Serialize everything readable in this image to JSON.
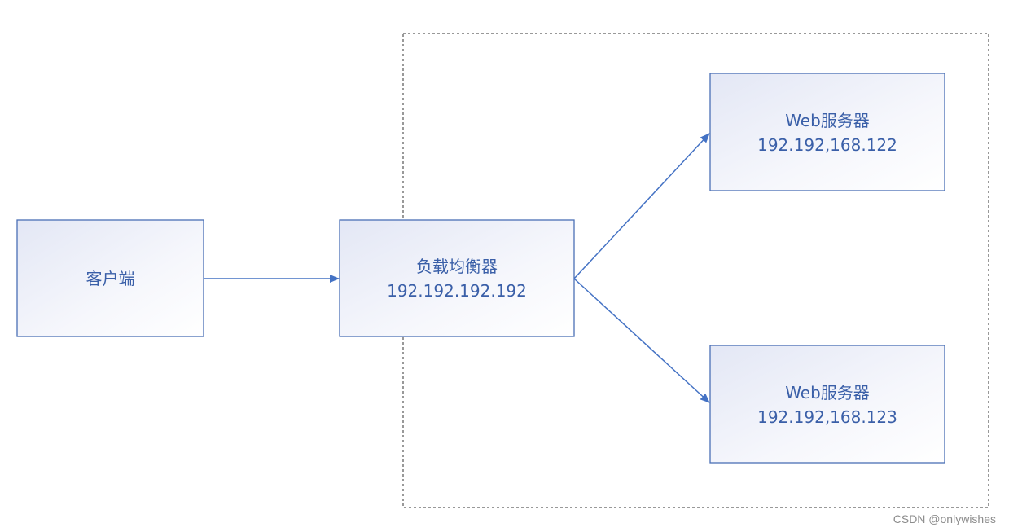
{
  "nodes": {
    "client": {
      "label": "客户端"
    },
    "load_balancer": {
      "label": "负载均衡器",
      "ip": "192.192.192.192"
    },
    "web_server_1": {
      "label": "Web服务器",
      "ip": "192.192,168.122"
    },
    "web_server_2": {
      "label": "Web服务器",
      "ip": "192.192,168.123"
    }
  },
  "colors": {
    "border": "#4a6fb5",
    "text": "#3a5fa8",
    "arrow": "#4472c4",
    "fill_start": "#e6e9f6",
    "fill_end": "#ffffff",
    "group_border": "#333333"
  },
  "watermark": "CSDN @onlywishes"
}
